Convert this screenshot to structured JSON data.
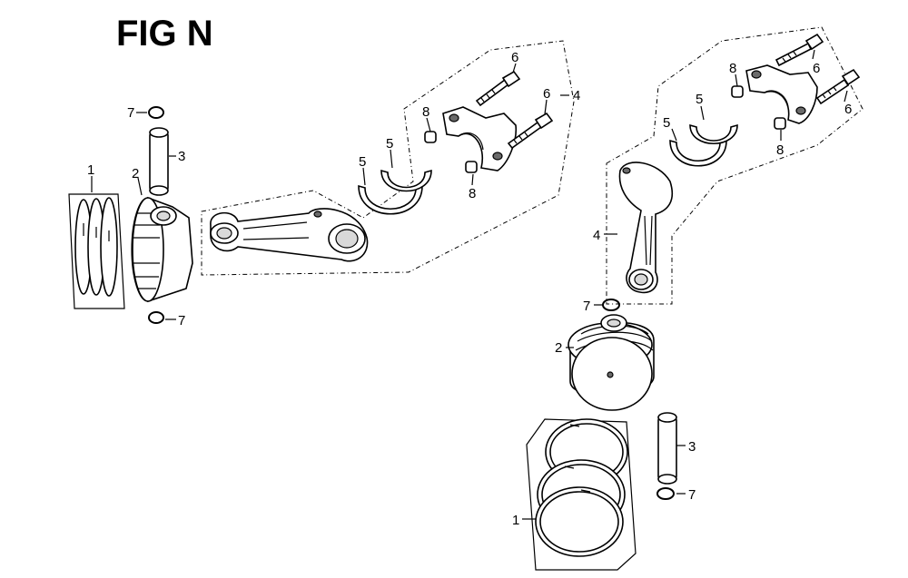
{
  "figure": {
    "title": "FIG N"
  },
  "callouts": {
    "left": {
      "c1": "1",
      "c2": "2",
      "c3": "3",
      "c4": "4",
      "c5a": "5",
      "c5b": "5",
      "c6a": "6",
      "c6b": "6",
      "c7a": "7",
      "c7b": "7",
      "c8a": "8",
      "c8b": "8"
    },
    "right": {
      "c1": "1",
      "c2": "2",
      "c3": "3",
      "c4": "4",
      "c5a": "5",
      "c5b": "5",
      "c6a": "6",
      "c6b": "6",
      "c7a": "7",
      "c7b": "7",
      "c8a": "8",
      "c8b": "8"
    }
  }
}
